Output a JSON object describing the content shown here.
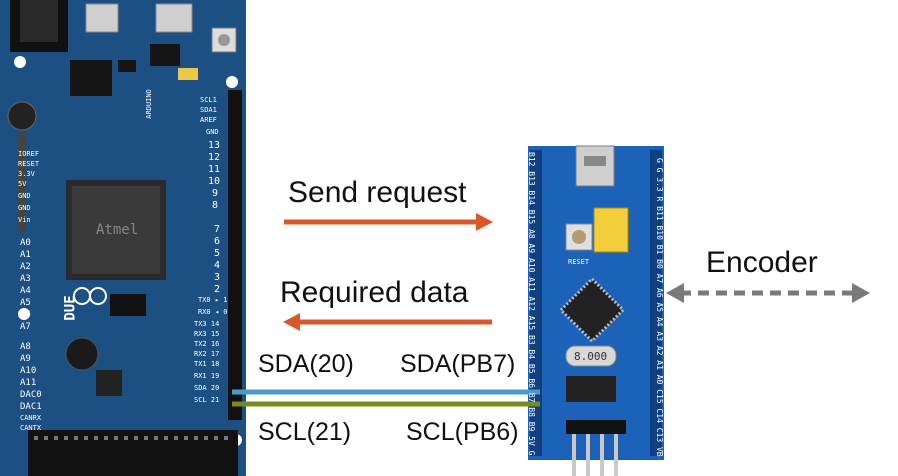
{
  "arrows": {
    "send_request": "Send request",
    "required_data": "Required data",
    "encoder": "Encoder"
  },
  "wires": {
    "sda_left": "SDA(20)",
    "sda_right": "SDA(PB7)",
    "scl_left": "SCL(21)",
    "scl_right": "SCL(PB6)",
    "sda_color": "#4a9ec6",
    "scl_color": "#7a8a1f"
  },
  "arduino": {
    "brand": "ARDUINO",
    "model": "DUE",
    "chip_text": "Atmel",
    "left_pins": [
      "IOREF",
      "RESET",
      "3.3V",
      "5V",
      "GND",
      "GND",
      "Vin"
    ],
    "analog_pins": [
      "A0",
      "A1",
      "A2",
      "A3",
      "A4",
      "A5",
      "A6",
      "A7",
      "A8",
      "A9",
      "A10",
      "A11",
      "DAC0",
      "DAC1",
      "CANRX",
      "CANTX"
    ],
    "right_top_pins": [
      "SCL1",
      "SDA1",
      "AREF",
      "GND",
      "13",
      "12",
      "11",
      "10",
      "9",
      "8"
    ],
    "right_mid_pins": [
      "7",
      "6",
      "5",
      "4",
      "3",
      "2",
      "TX0 ▸ 1",
      "RX0 ◂ 0"
    ],
    "right_bottom_pins": [
      "TX3 14",
      "RX3 15",
      "TX2 16",
      "RX2 17",
      "TX1 18",
      "RX1 19",
      "SDA 20",
      "SCL 21"
    ]
  },
  "bluepill": {
    "top_pins": "B12 B13 B14 B15 A8 A9 A10 A11 A12 A15 B3 B4 B5 B6 B7 B8 B9 5V G 3.3",
    "bottom_pins": "G G 3.3 R B11 B10 B1 B0 A7 A6 A5 A4 A3 A2 A1 A0 C15 C14 C13 VB",
    "reset_label": "RESET",
    "crystal_label": "8.000"
  }
}
